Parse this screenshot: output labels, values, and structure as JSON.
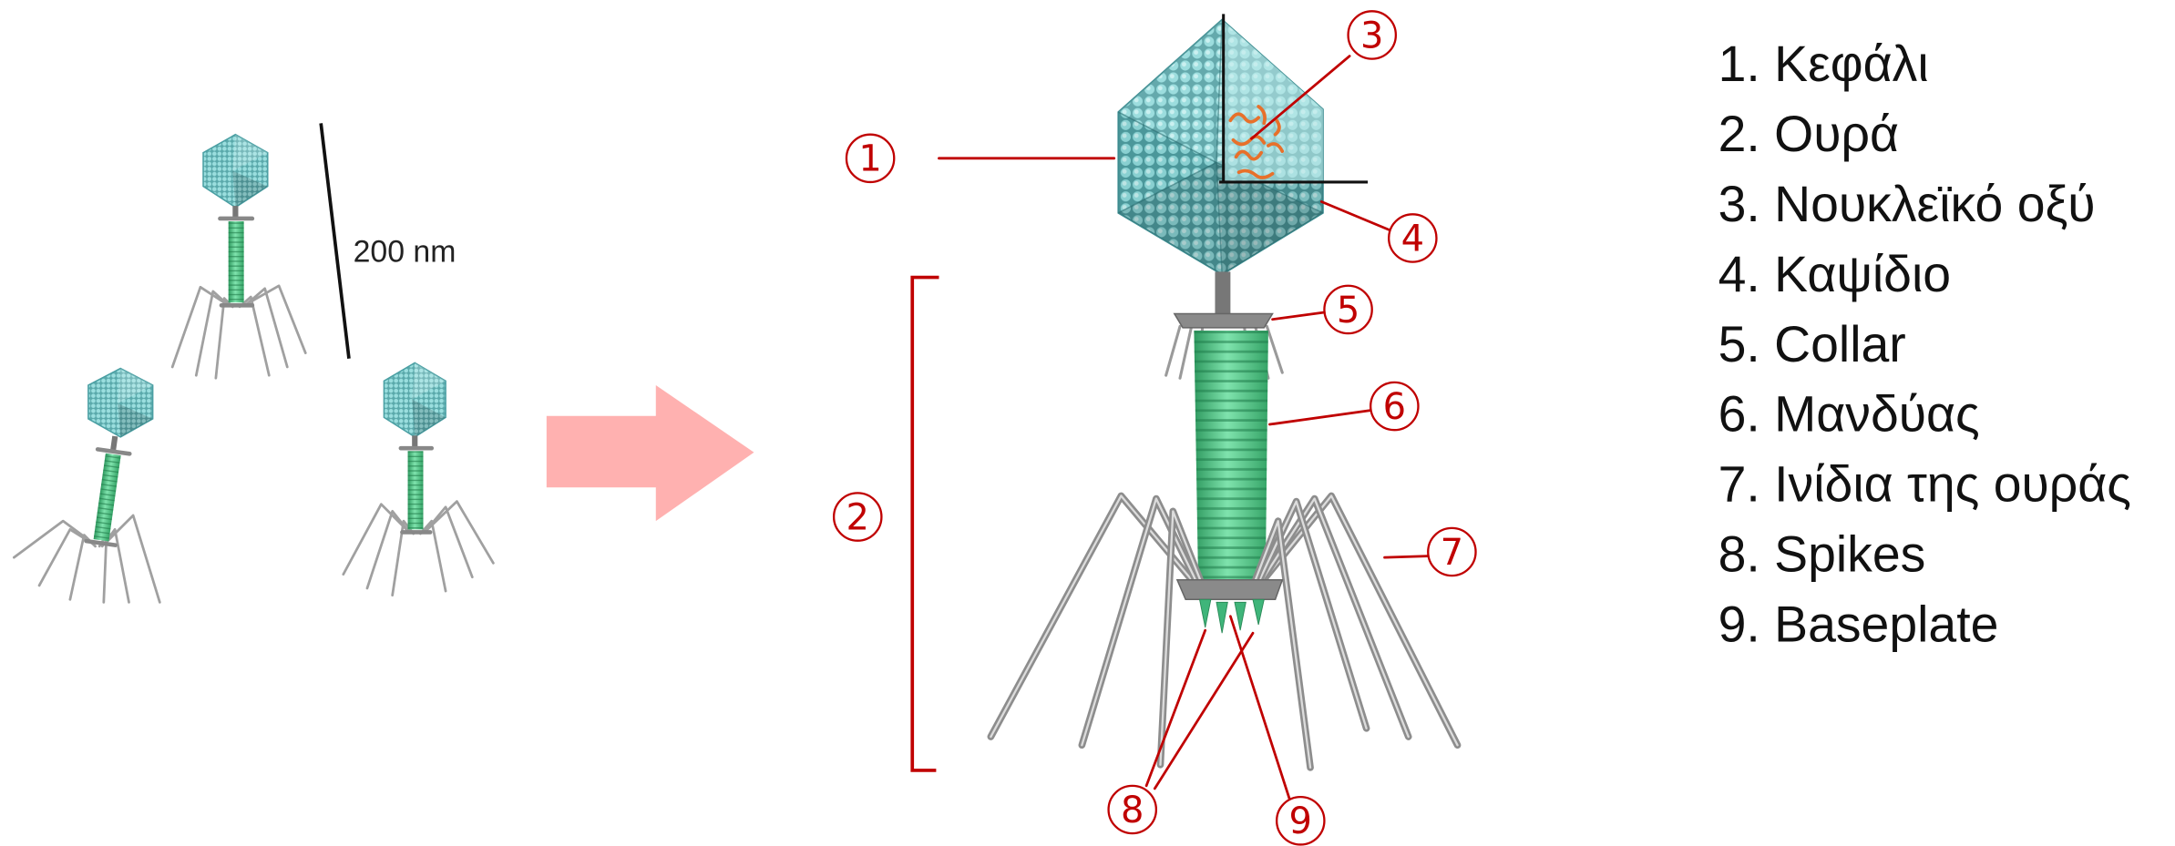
{
  "scale_bar": {
    "label": "200 nm"
  },
  "callouts": [
    "1",
    "2",
    "3",
    "4",
    "5",
    "6",
    "7",
    "8",
    "9"
  ],
  "legend": {
    "items": [
      "1. Κεφάλι",
      "2. Ουρά",
      "3. Νουκλεϊκό οξύ",
      "4. Καψίδιο",
      "5. Collar",
      "6. Μανδύας",
      "7. Ινίδια της ουράς",
      "8. Spikes",
      "9. Baseplate"
    ]
  },
  "colors": {
    "callout_red": "#c00000",
    "arrow_pink": "#ffb1b0",
    "capsid_teal": "#7fd0d2",
    "tail_sheath_green": "#4cc386",
    "tail_fiber_gray": "#a0a0a0",
    "nucleic_acid_orange": "#e8702a",
    "ink": "#111111"
  }
}
